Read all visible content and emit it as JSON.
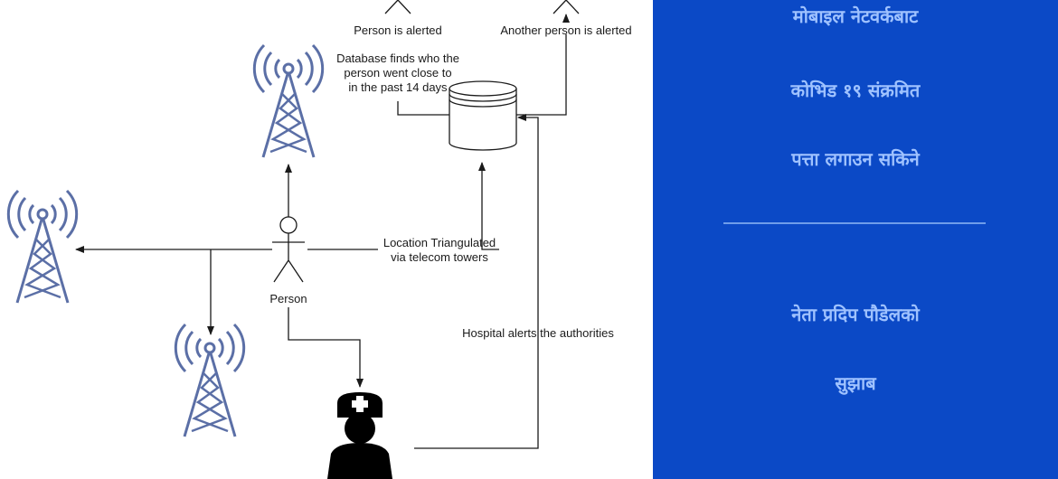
{
  "diagram": {
    "labels": {
      "person_alerted": "Person is alerted",
      "another_alerted": "Another person is alerted",
      "db_line1": "Database finds who the",
      "db_line2": "person went close to",
      "db_line3": "in the past 14 days",
      "loc_line1": "Location Triangulated",
      "loc_line2": "via telecom towers",
      "person": "Person",
      "hospital": "Hospital alerts the authorities"
    },
    "icons": {
      "tower": "cell-tower-icon",
      "person": "stick-figure-icon",
      "database": "database-cylinder-icon",
      "nurse": "nurse-icon"
    }
  },
  "headline": {
    "line1": "मोबाइल नेटवर्कबाट",
    "line2": "कोभिड १९ संक्रमित",
    "line3": "पत्ता लगाउन सकिने",
    "line4": "नेता प्रदिप पौडेलको",
    "line5": "सुझाब"
  },
  "colors": {
    "panel_bg": "#0b49c6",
    "headline_text": "#9fc2ff",
    "tower": "#5b6fa6",
    "line": "#1a1a1a"
  }
}
